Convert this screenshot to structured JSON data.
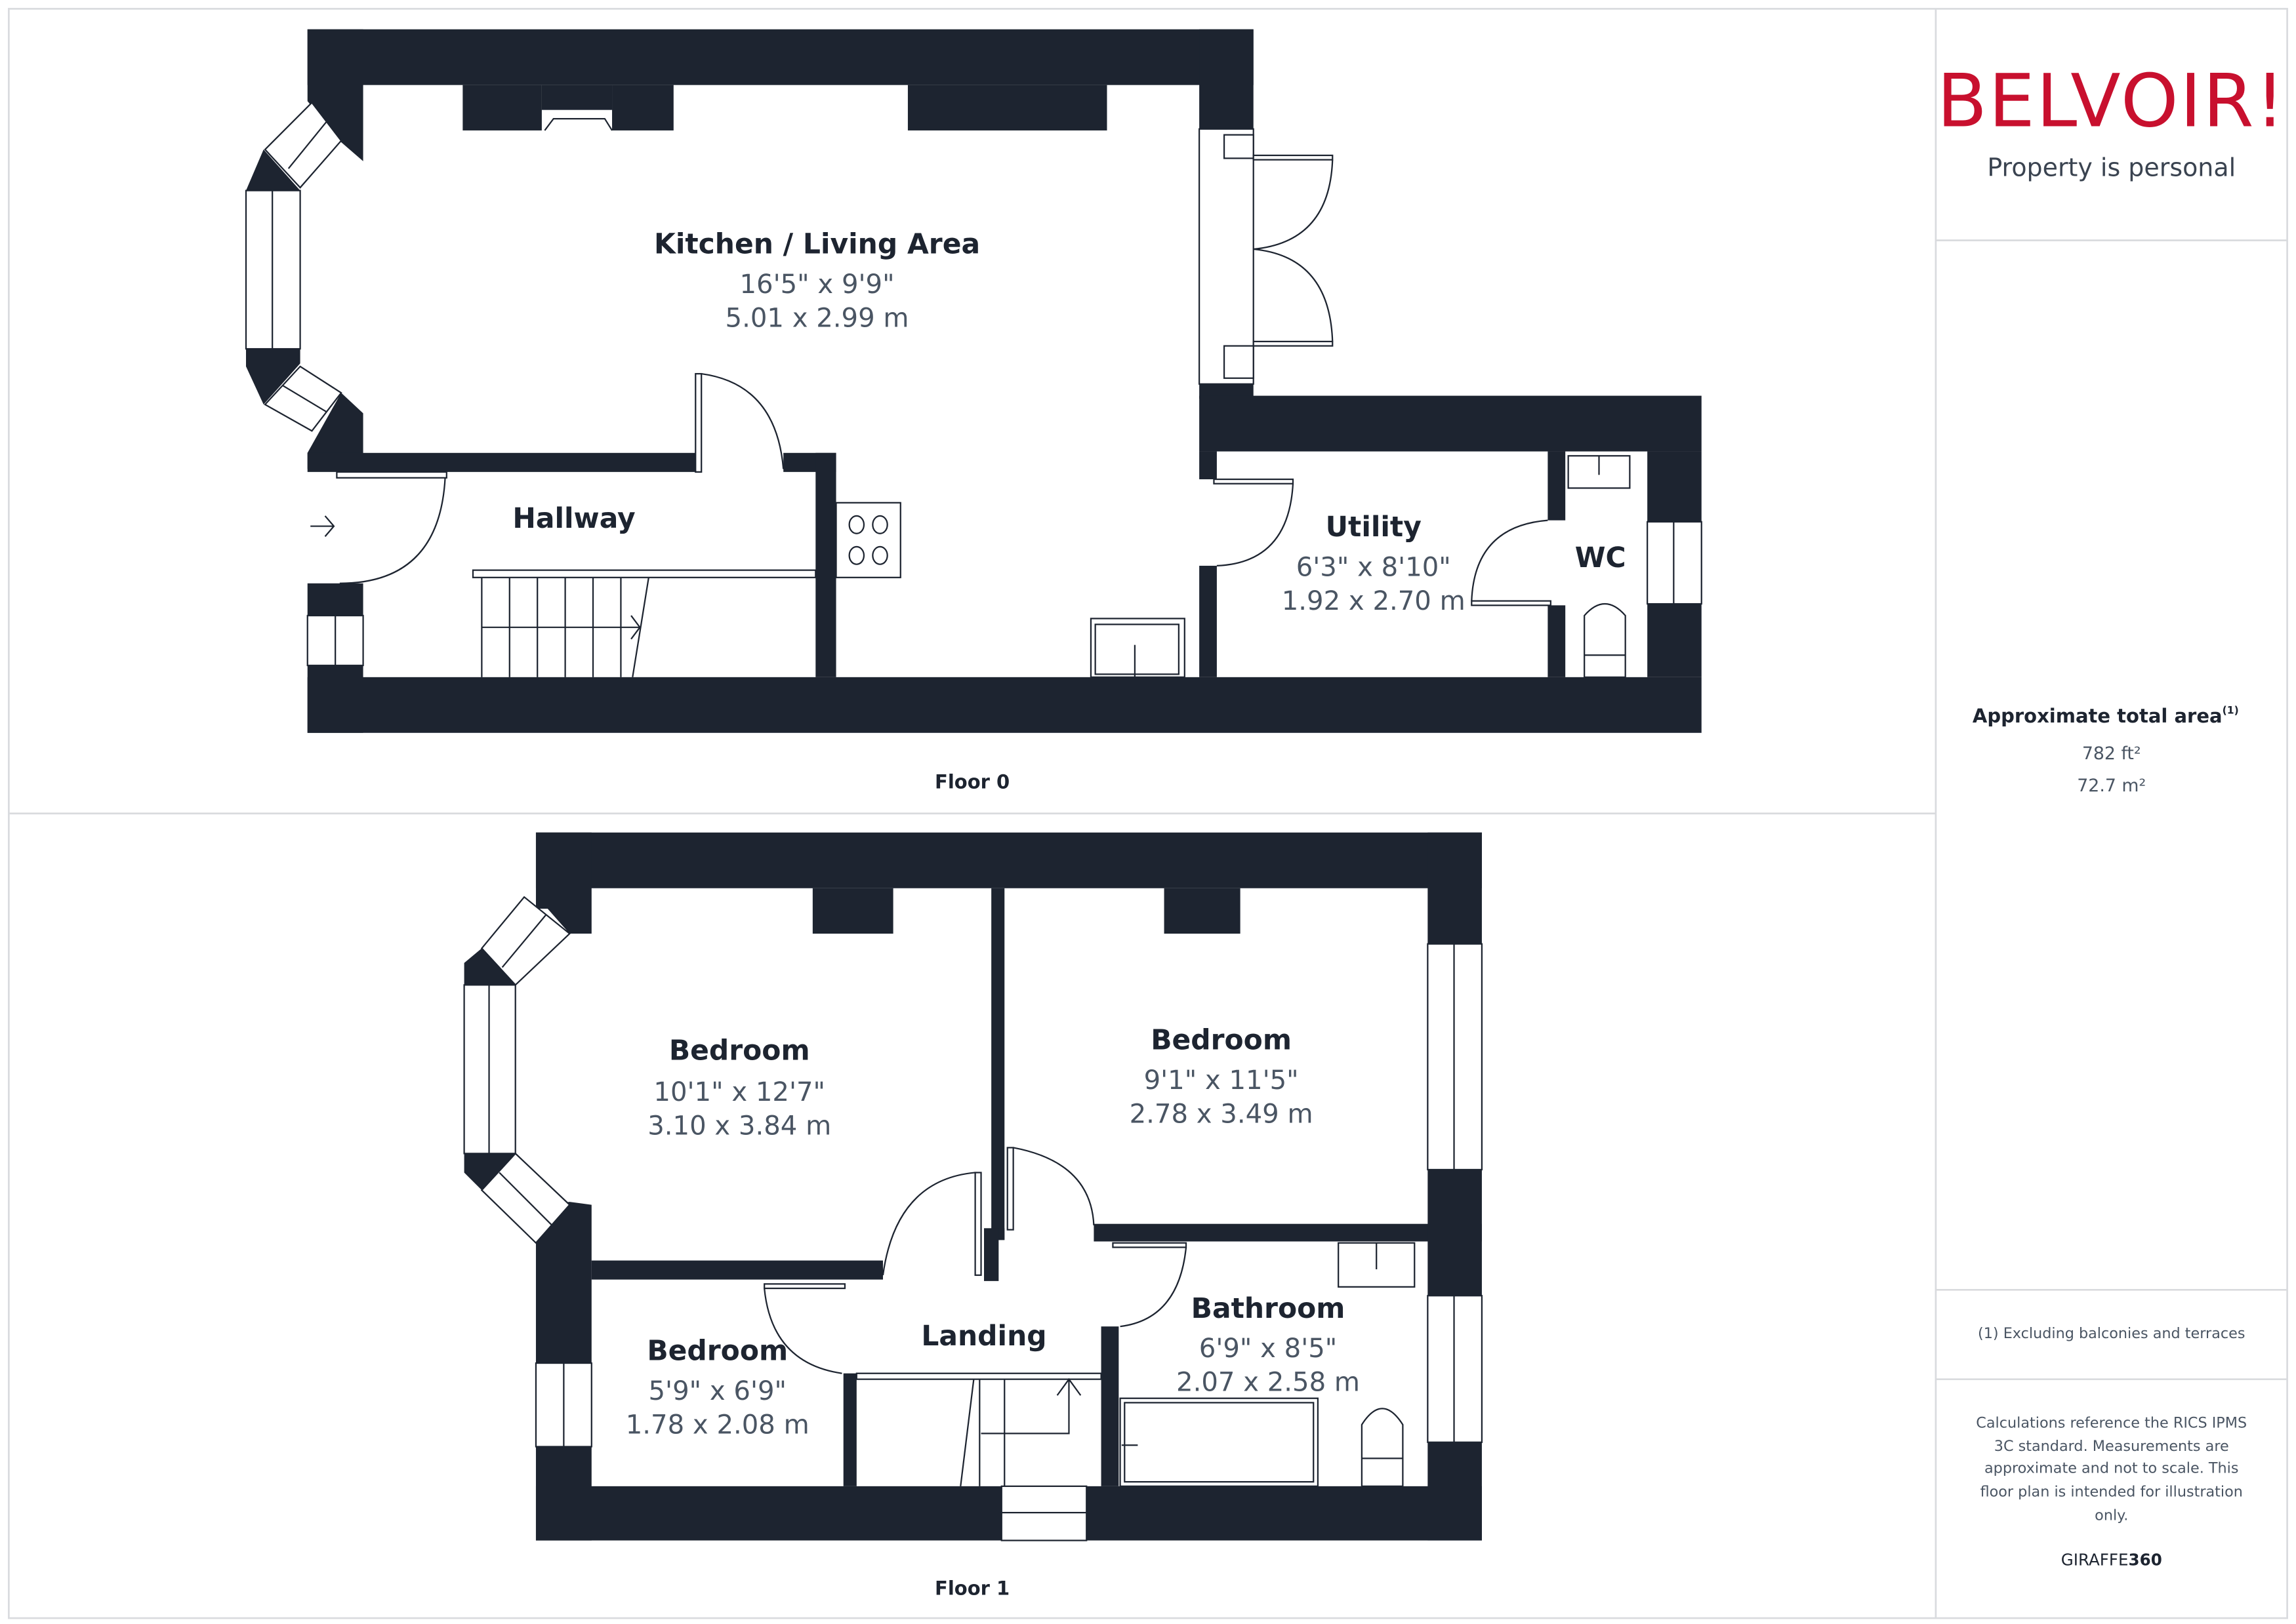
{
  "brand": {
    "name": "BELVOIR!",
    "tagline": "Property is personal",
    "color": "#c8102e"
  },
  "summary": {
    "title": "Approximate total area",
    "footnote_marker": "(1)",
    "area_ft": "782 ft²",
    "area_m": "72.7 m²",
    "footnote": "(1) Excluding balconies and terraces",
    "disclaimer": [
      "Calculations reference the RICS IPMS",
      "3C standard. Measurements are",
      "approximate and not to scale. This",
      "floor plan is intended for illustration",
      "only."
    ],
    "provider_a": "GIRAFFE",
    "provider_b": "360"
  },
  "floors": [
    {
      "label": "Floor 0",
      "rooms": [
        {
          "name": "Kitchen / Living Area",
          "imperial": "16'5\" x 9'9\"",
          "metric": "5.01 x 2.99 m"
        },
        {
          "name": "Hallway"
        },
        {
          "name": "Utility",
          "imperial": "6'3\" x 8'10\"",
          "metric": "1.92 x 2.70 m"
        },
        {
          "name": "WC"
        }
      ]
    },
    {
      "label": "Floor 1",
      "rooms": [
        {
          "name": "Bedroom",
          "imperial": "10'1\" x 12'7\"",
          "metric": "3.10 x 3.84 m"
        },
        {
          "name": "Bedroom",
          "imperial": "9'1\" x 11'5\"",
          "metric": "2.78 x 3.49 m"
        },
        {
          "name": "Bedroom",
          "imperial": "5'9\" x 6'9\"",
          "metric": "1.78 x 2.08 m"
        },
        {
          "name": "Landing"
        },
        {
          "name": "Bathroom",
          "imperial": "6'9\" x 8'5\"",
          "metric": "2.07 x 2.58 m"
        }
      ]
    }
  ],
  "colors": {
    "wall": "#1d2430",
    "text_dim": "#4a5563",
    "divider": "#d9dbde"
  }
}
